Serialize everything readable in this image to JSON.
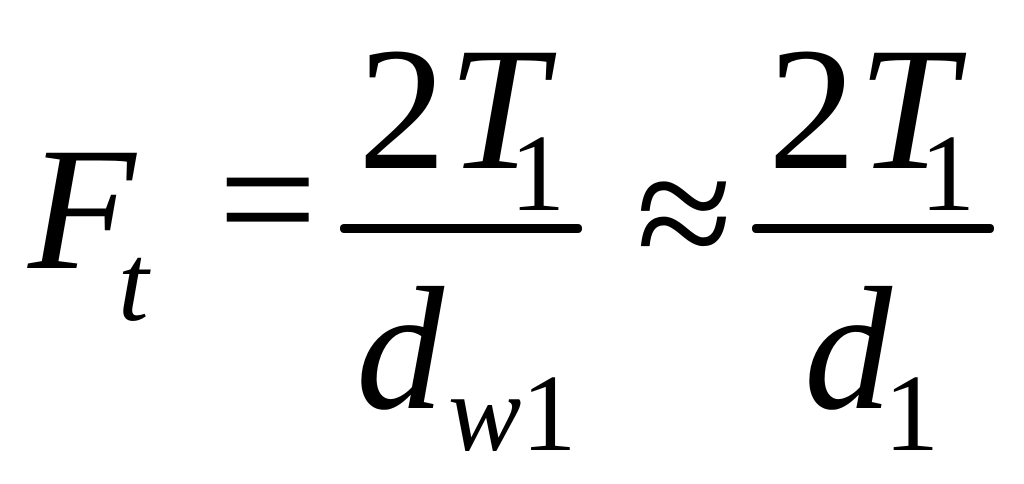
{
  "formula": {
    "lhs": {
      "base": "F",
      "subscript": "t"
    },
    "equals": "=",
    "fraction1": {
      "numerator": {
        "coef": "2",
        "base": "T",
        "subscript": "1"
      },
      "denominator": {
        "base": "d",
        "subscript": "w1"
      }
    },
    "approx": "≈",
    "fraction2": {
      "numerator": {
        "coef": "2",
        "base": "T",
        "subscript": "1"
      },
      "denominator": {
        "base": "d",
        "subscript": "1"
      }
    }
  }
}
